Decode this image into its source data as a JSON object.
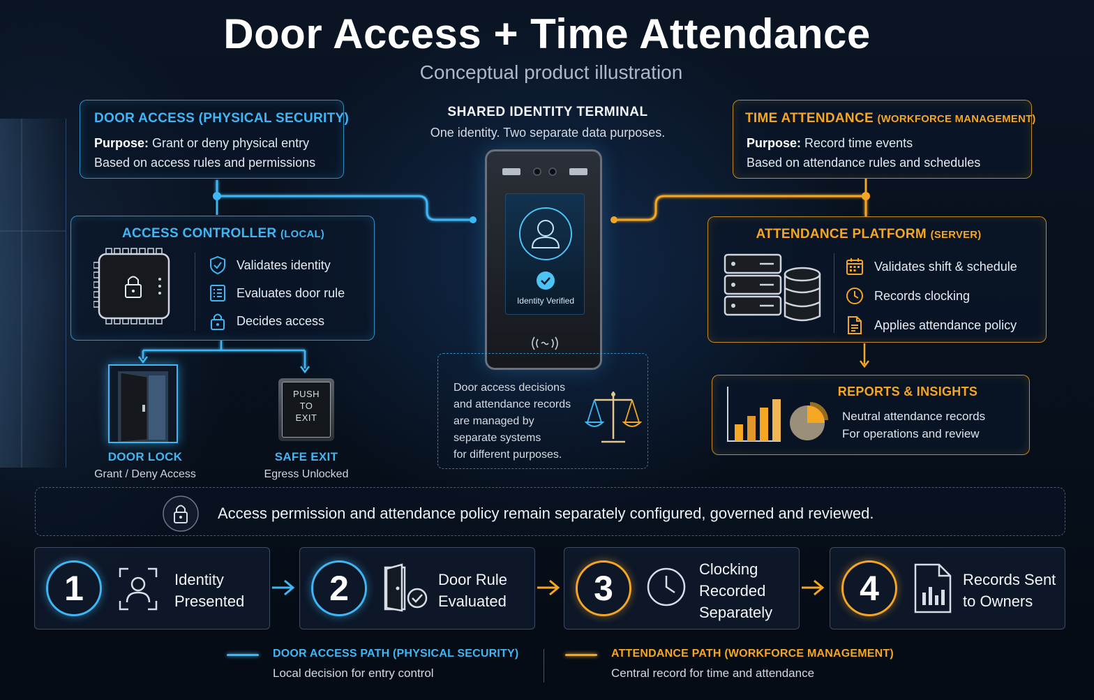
{
  "header": {
    "title": "Door Access + Time Attendance",
    "subtitle": "Conceptual product illustration"
  },
  "door_access": {
    "title": "DOOR ACCESS",
    "title_sub": "(PHYSICAL SECURITY)",
    "purpose_label": "Purpose:",
    "purpose_text": "Grant or deny physical entry",
    "basis": "Based on access rules and permissions"
  },
  "terminal": {
    "title": "SHARED IDENTITY TERMINAL",
    "subtitle": "One identity. Two separate data purposes.",
    "status": "Identity Verified"
  },
  "time_attendance": {
    "title": "TIME ATTENDANCE",
    "title_sub": "(WORKFORCE MANAGEMENT)",
    "purpose_label": "Purpose:",
    "purpose_text": "Record time events",
    "basis": "Based on attendance rules and schedules"
  },
  "access_controller": {
    "title": "ACCESS CONTROLLER",
    "title_sub": "(LOCAL)",
    "features": [
      "Validates identity",
      "Evaluates door rule",
      "Decides access"
    ]
  },
  "attendance_platform": {
    "title": "ATTENDANCE PLATFORM",
    "title_sub": "(SERVER)",
    "features": [
      "Validates shift & schedule",
      "Records clocking",
      "Applies attendance policy"
    ]
  },
  "door_lock": {
    "title": "DOOR LOCK",
    "subtitle": "Grant / Deny Access"
  },
  "safe_exit": {
    "title": "SAFE EXIT",
    "subtitle": "Egress Unlocked",
    "button_lines": [
      "PUSH",
      "TO",
      "EXIT"
    ]
  },
  "separation": {
    "lines": [
      "Door access decisions",
      "and attendance records",
      "are managed by",
      "separate systems",
      "for different purposes."
    ]
  },
  "reports": {
    "title": "REPORTS & INSIGHTS",
    "lines": [
      "Neutral attendance records",
      "For operations and review"
    ]
  },
  "note": {
    "text": "Access permission and attendance policy remain separately configured, governed and reviewed."
  },
  "steps": [
    {
      "number": "1",
      "lines": [
        "Identity",
        "Presented"
      ]
    },
    {
      "number": "2",
      "lines": [
        "Door Rule",
        "Evaluated"
      ]
    },
    {
      "number": "3",
      "lines": [
        "Clocking",
        "Recorded",
        "Separately"
      ]
    },
    {
      "number": "4",
      "lines": [
        "Records Sent",
        "to Owners"
      ]
    }
  ],
  "legend": {
    "door": {
      "title": "DOOR ACCESS PATH",
      "title_sub": "(PHYSICAL SECURITY)",
      "text": "Local decision for entry control"
    },
    "attendance": {
      "title": "ATTENDANCE PATH",
      "title_sub": "(WORKFORCE MANAGEMENT)",
      "text": "Central record for time and attendance"
    }
  },
  "colors": {
    "door_path": "#3fb7f5",
    "attendance_path": "#f5a623",
    "background": "#07101c"
  }
}
